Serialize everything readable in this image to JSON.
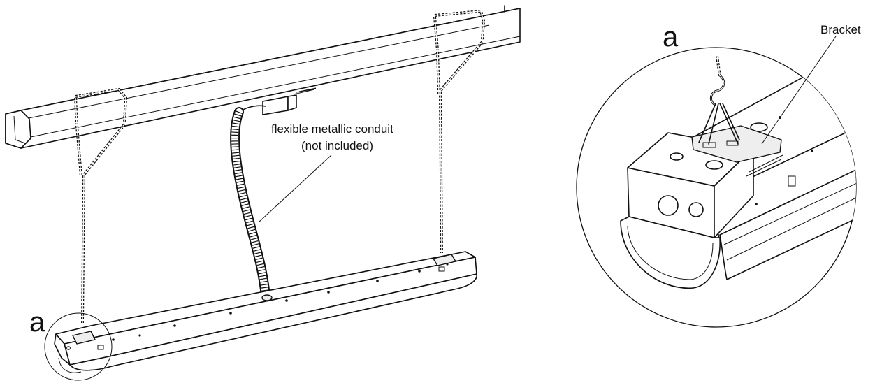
{
  "labels": {
    "conduit_line1": "flexible metallic conduit",
    "conduit_line2": "(not included)",
    "detail_marker_main": "a",
    "detail_marker_inset": "a",
    "bracket": "Bracket"
  }
}
